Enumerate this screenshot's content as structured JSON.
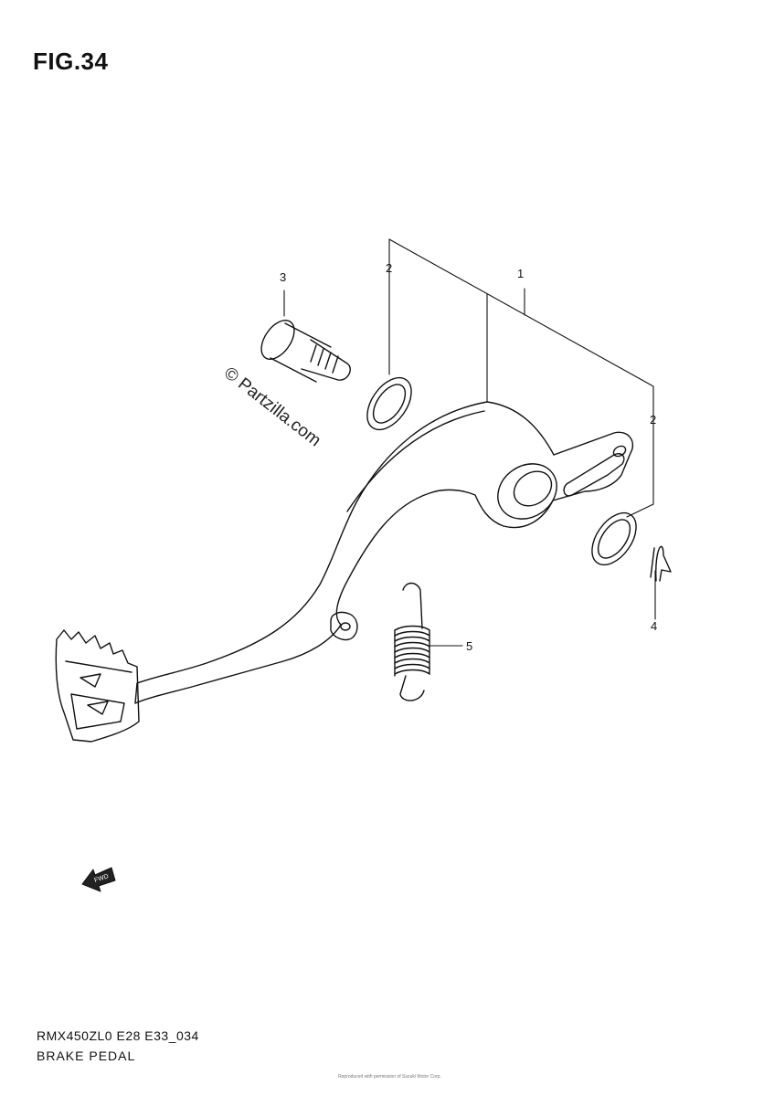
{
  "figure": {
    "title": "FIG.34",
    "model_code": "RMX450ZL0 E28 E33_034",
    "caption": "BRAKE PEDAL",
    "fineprint": "Reproduced with permission of Suzuki Motor Corp."
  },
  "watermark": {
    "text": "© Partzilla.com"
  },
  "callouts": [
    {
      "id": "callout-1",
      "label": "1",
      "part": "brake-pedal"
    },
    {
      "id": "callout-2-top",
      "label": "2",
      "part": "oil-seal"
    },
    {
      "id": "callout-2-right",
      "label": "2",
      "part": "oil-seal"
    },
    {
      "id": "callout-3",
      "label": "3",
      "part": "pivot-bolt"
    },
    {
      "id": "callout-4",
      "label": "4",
      "part": "cotter-pin"
    },
    {
      "id": "callout-5",
      "label": "5",
      "part": "return-spring"
    }
  ],
  "fwd_badge": {
    "text": "FWD",
    "icon": "forward-arrow-icon"
  }
}
